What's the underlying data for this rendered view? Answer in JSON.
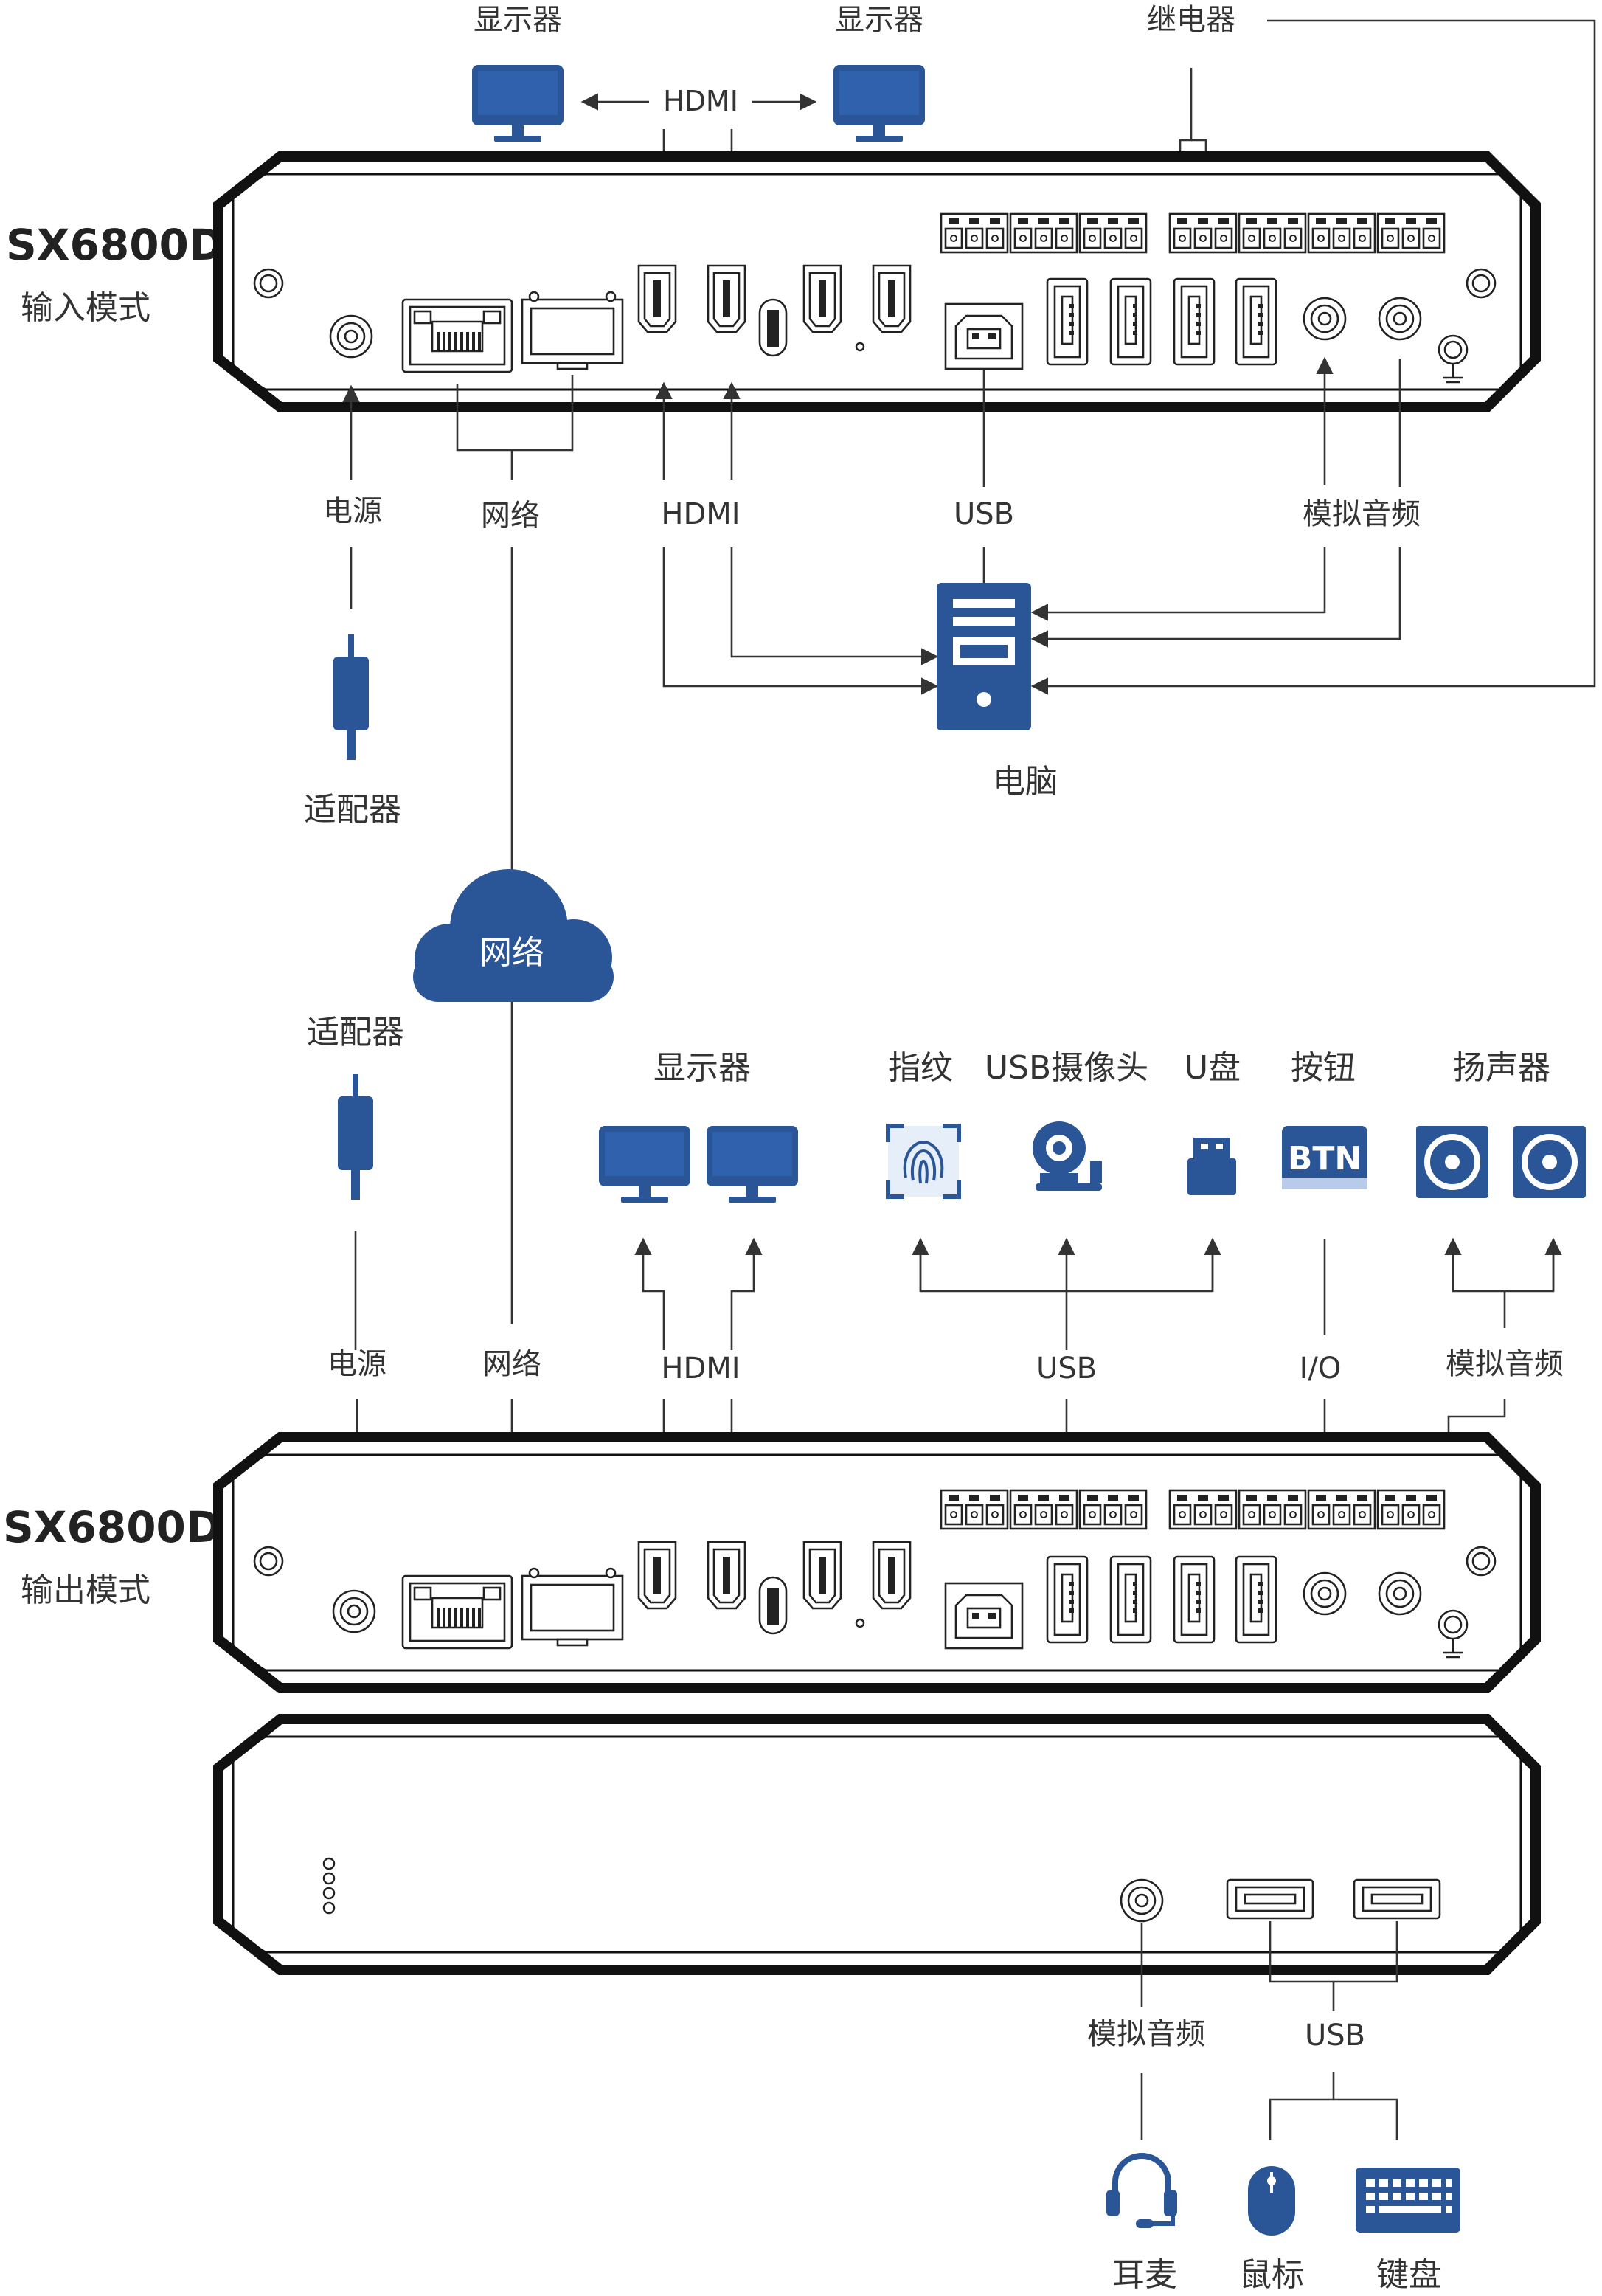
{
  "colors": {
    "accent": "#2a5596",
    "line": "#333333",
    "device": "#111111"
  },
  "top": {
    "monitor_left": "显示器",
    "monitor_right": "显示器",
    "hdmi_top": "HDMI",
    "relay": "继电器"
  },
  "input_device": {
    "model": "SX6800D",
    "mode": "输入模式"
  },
  "input_labels": {
    "power": "电源",
    "network": "网络",
    "hdmi": "HDMI",
    "usb": "USB",
    "analog_audio": "模拟音频"
  },
  "pc": "电脑",
  "adapter_top": "适配器",
  "cloud": "网络",
  "adapter_bottom": "适配器",
  "peripherals": {
    "monitors": "显示器",
    "fingerprint": "指纹",
    "usb_camera": "USB摄像头",
    "u_disk": "U盘",
    "button": "按钮",
    "button_text": "BTN",
    "speaker": "扬声器"
  },
  "output_labels": {
    "power": "电源",
    "network": "网络",
    "hdmi": "HDMI",
    "usb": "USB",
    "io": "I/O",
    "analog_audio": "模拟音频"
  },
  "output_device": {
    "model": "SX6800D",
    "mode": "输出模式"
  },
  "front": {
    "analog_audio": "模拟音频",
    "usb": "USB",
    "headset": "耳麦",
    "mouse": "鼠标",
    "keyboard": "键盘"
  },
  "icons": [
    "monitor-icon",
    "pc-tower-icon",
    "power-adapter-icon",
    "cloud-icon",
    "fingerprint-icon",
    "webcam-icon",
    "usb-drive-icon",
    "button-icon",
    "speaker-icon",
    "headset-icon",
    "mouse-icon",
    "keyboard-icon"
  ]
}
